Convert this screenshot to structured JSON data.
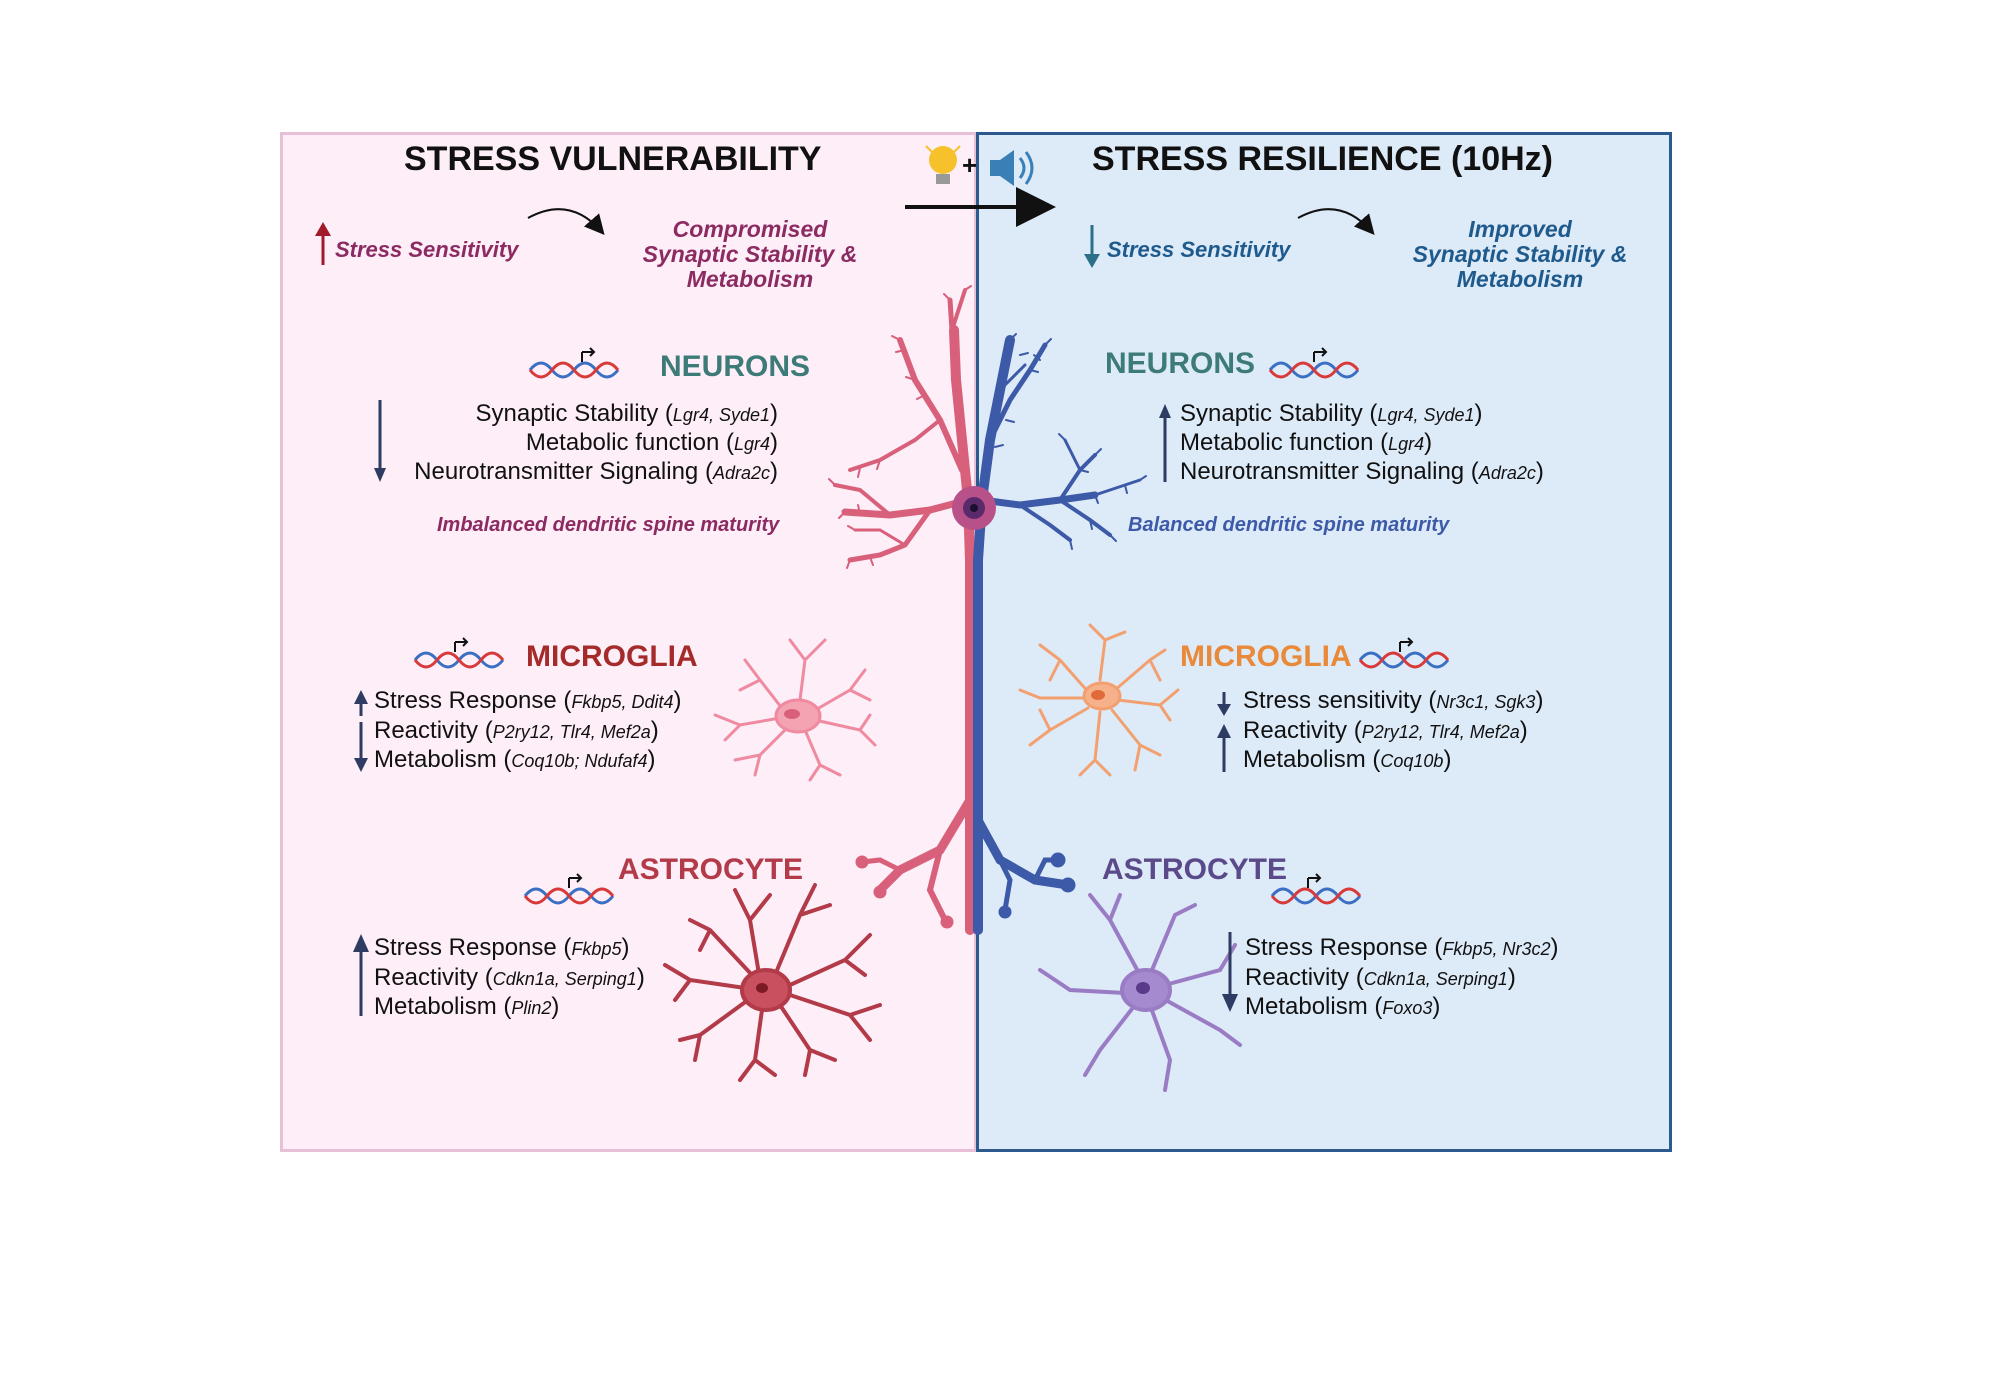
{
  "left": {
    "title": "STRESS VULNERABILITY",
    "stress_label": "Stress Sensitivity",
    "outcome": [
      "Compromised",
      "Synaptic Stability &",
      "Metabolism"
    ],
    "neurons": {
      "heading": "NEURONS",
      "items": [
        {
          "text": "Synaptic Stability",
          "genes": "Lgr4, Syde1"
        },
        {
          "text": "Metabolic function",
          "genes": "Lgr4"
        },
        {
          "text": "Neurotransmitter Signaling",
          "genes": "Adra2c"
        }
      ],
      "spine_label": "Imbalanced dendritic spine maturity"
    },
    "microglia": {
      "heading": "MICROGLIA",
      "items": [
        {
          "text": "Stress Response",
          "genes": "Fkbp5, Ddit4"
        },
        {
          "text": "Reactivity",
          "genes": "P2ry12, Tlr4, Mef2a"
        },
        {
          "text": "Metabolism",
          "genes": "Coq10b; Ndufaf4"
        }
      ]
    },
    "astrocyte": {
      "heading": "ASTROCYTE",
      "items": [
        {
          "text": "Stress Response",
          "genes": "Fkbp5"
        },
        {
          "text": "Reactivity",
          "genes": "Cdkn1a, Serping1"
        },
        {
          "text": "Metabolism",
          "genes": "Plin2"
        }
      ]
    }
  },
  "right": {
    "title": "STRESS RESILIENCE (10Hz)",
    "stress_label": "Stress Sensitivity",
    "outcome": [
      "Improved",
      "Synaptic Stability &",
      "Metabolism"
    ],
    "neurons": {
      "heading": "NEURONS",
      "items": [
        {
          "text": "Synaptic Stability",
          "genes": "Lgr4, Syde1"
        },
        {
          "text": "Metabolic function",
          "genes": "Lgr4"
        },
        {
          "text": "Neurotransmitter Signaling",
          "genes": "Adra2c"
        }
      ],
      "spine_label": "Balanced dendritic spine maturity"
    },
    "microglia": {
      "heading": "MICROGLIA",
      "items": [
        {
          "text": "Stress sensitivity",
          "genes": "Nr3c1, Sgk3"
        },
        {
          "text": "Reactivity",
          "genes": "P2ry12, Tlr4, Mef2a"
        },
        {
          "text": "Metabolism",
          "genes": "Coq10b"
        }
      ]
    },
    "astrocyte": {
      "heading": "ASTROCYTE",
      "items": [
        {
          "text": "Stress Response",
          "genes": "Fkbp5, Nr3c2"
        },
        {
          "text": "Reactivity",
          "genes": "Cdkn1a, Serping1"
        },
        {
          "text": "Metabolism",
          "genes": "Foxo3"
        }
      ]
    }
  },
  "stimulus": {
    "plus": "+",
    "icons": [
      "lightbulb-icon",
      "speaker-icon"
    ]
  },
  "colors": {
    "left_bg": "#fdeef7",
    "right_bg": "#ddeaf8",
    "vuln_text": "#8c2a62",
    "resil_text": "#1f5a8c",
    "neuron_head": "#3d7b78",
    "microglia_left": "#a52a2a",
    "microglia_right": "#e88a3a",
    "astro_left": "#b33a48",
    "astro_right": "#5b4a8a",
    "neuron_pink": "#d8607a",
    "neuron_blue": "#3d5aa8",
    "arrow_navy": "#2e3b62"
  }
}
